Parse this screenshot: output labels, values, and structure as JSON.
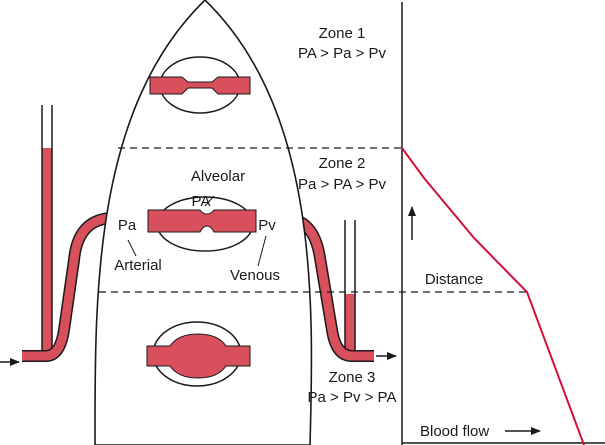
{
  "colors": {
    "blood": "#d8505c",
    "ink": "#1a1a1a",
    "curve": "#d0103a",
    "background": "#ffffff"
  },
  "zones": [
    {
      "name": "Zone 1",
      "relation": "PA > Pa > Pv"
    },
    {
      "name": "Zone 2",
      "relation": "Pa > PA > Pv"
    },
    {
      "name": "Zone 3",
      "relation": "Pa > Pv > PA"
    }
  ],
  "labels": {
    "alveolar": "Alveolar",
    "pa_alveolar": "PA",
    "pa_arterial": "Pa",
    "arterial": "Arterial",
    "pv": "Pv",
    "venous": "Venous",
    "distance": "Distance",
    "blood_flow": "Blood flow"
  },
  "manometers": {
    "arterial_fill_level": 0.85,
    "venous_fill_level": 0.4
  },
  "icons": [
    "arrow-right-icon",
    "arrow-up-icon"
  ]
}
